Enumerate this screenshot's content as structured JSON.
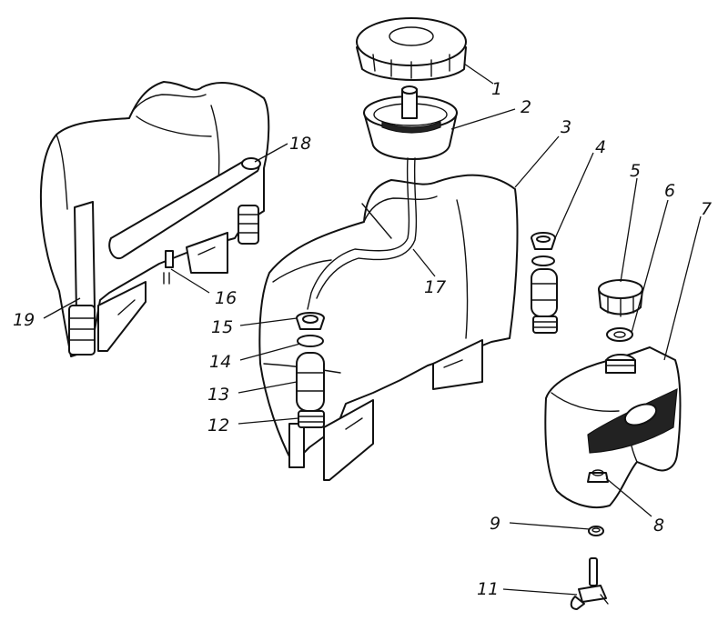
{
  "callouts": {
    "c1": "1",
    "c2": "2",
    "c3": "3",
    "c4": "4",
    "c5": "5",
    "c6": "6",
    "c7": "7",
    "c8": "8",
    "c9": "9",
    "c11": "11",
    "c12": "12",
    "c13": "13",
    "c14": "14",
    "c15": "15",
    "c16": "16",
    "c17": "17",
    "c18": "18",
    "c19": "19"
  },
  "colors": {
    "line": "#111111",
    "background": "#ffffff"
  }
}
